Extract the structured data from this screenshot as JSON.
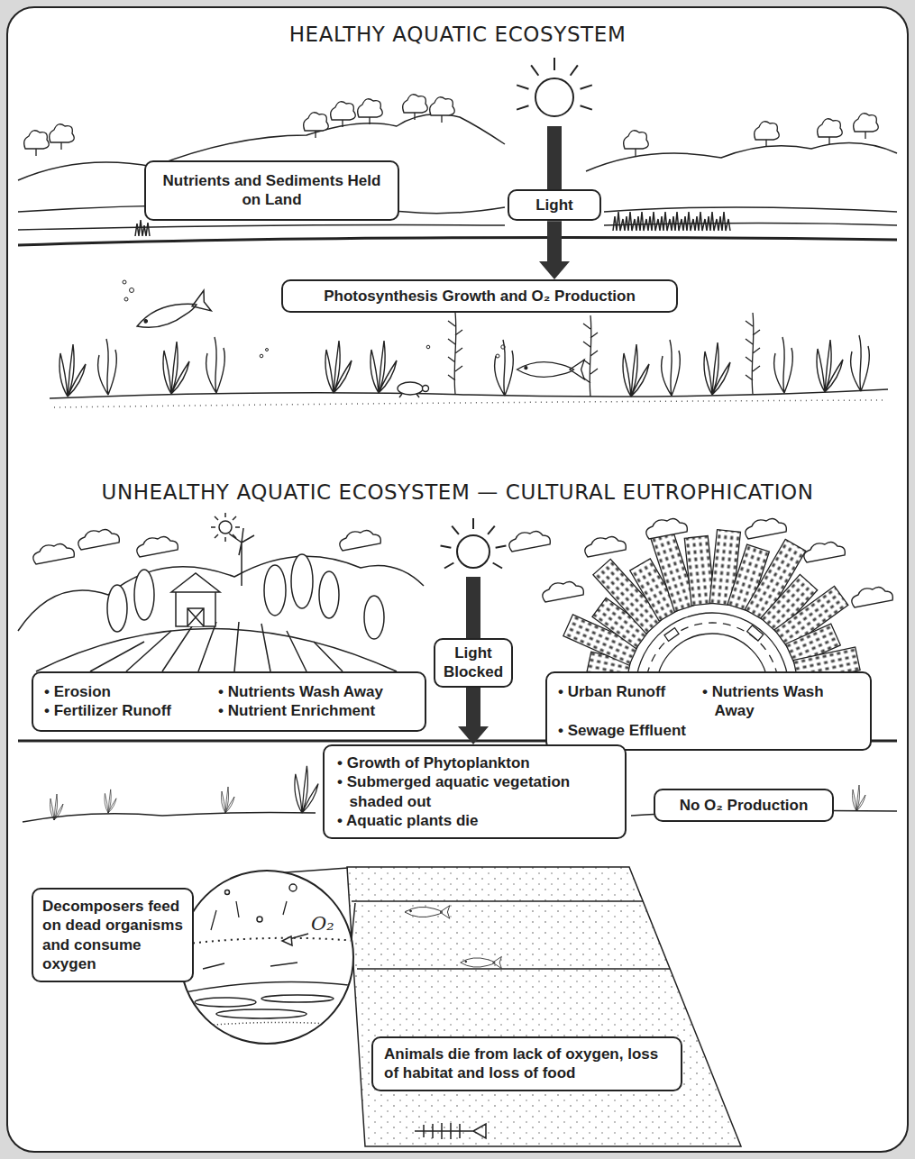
{
  "diagram": {
    "nodes": [
      {
        "text": [
          "Nutrients and Sediments Held on Land"
        ]
      },
      {
        "text": [
          "Light"
        ]
      },
      {
        "text": [
          "Photosynthesis Growth and O₂ Production"
        ]
      },
      {
        "text": [
          "Light Blocked"
        ]
      },
      {
        "text": [
          "• Erosion",
          "• Nutrients Wash Away",
          "• Fertilizer Runoff",
          "• Nutrient Enrichment"
        ]
      },
      {
        "text": [
          "• Urban Runoff",
          "• Nutrients Wash Away",
          "• Sewage Effluent"
        ]
      },
      {
        "text": [
          "• Growth of Phytoplankton",
          "• Submerged aquatic vegetation shaded out",
          "• Aquatic plants die"
        ]
      },
      {
        "text": [
          "No O₂ Production"
        ]
      },
      {
        "text": [
          "Decomposers feed on dead organisms and consume oxygen"
        ]
      },
      {
        "text": [
          "Animals die from lack of oxygen, loss of habitat and loss of food"
        ]
      }
    ],
    "edges": [
      {
        "from": 1,
        "to": 2,
        "arrow": "to"
      },
      {
        "from": 3,
        "to": 6,
        "arrow": "to"
      }
    ],
    "labels": [
      "HEALTHY AQUATIC ECOSYSTEM",
      "UNHEALTHY AQUATIC ECOSYSTEM — CULTURAL EUTROPHICATION",
      "O₂"
    ]
  }
}
